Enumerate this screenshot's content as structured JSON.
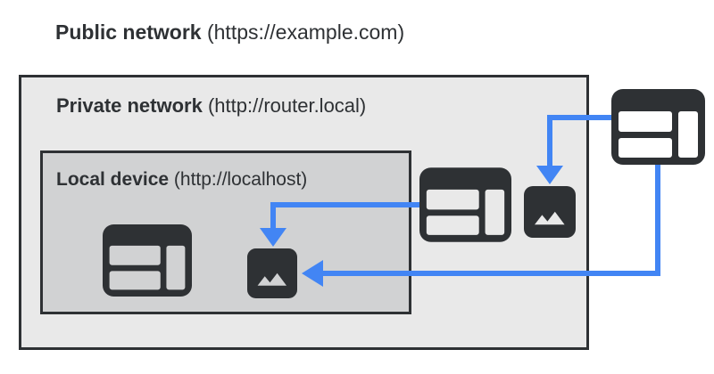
{
  "diagram": {
    "title": {
      "name": "Public network",
      "url": " (https://example.com)"
    },
    "private_network": {
      "name": "Private network",
      "url": " (http://router.local)"
    },
    "local_device": {
      "name": "Local device",
      "url": " (http://localhost)"
    },
    "nodes": [
      {
        "id": "local-browser",
        "icon": "browser-window-icon",
        "location": "local-device"
      },
      {
        "id": "local-image",
        "icon": "image-icon",
        "location": "local-device"
      },
      {
        "id": "private-browser",
        "icon": "browser-window-icon",
        "location": "private-network"
      },
      {
        "id": "private-image",
        "icon": "image-icon",
        "location": "private-network"
      },
      {
        "id": "public-browser",
        "icon": "browser-window-icon",
        "location": "public-network"
      }
    ],
    "connections": [
      {
        "from": "public-browser",
        "to": "private-image",
        "style": "blue-arrow"
      },
      {
        "from": "private-browser",
        "to": "local-image",
        "style": "blue-arrow"
      },
      {
        "from": "public-browser",
        "to": "local-image",
        "style": "blue-arrow"
      }
    ]
  },
  "colors": {
    "accent_blue": "#4285f4",
    "dark": "#2e3134",
    "private_network_bg": "#e9e9e9",
    "local_device_bg": "#d1d2d3",
    "page_bg": "#ffffff"
  }
}
